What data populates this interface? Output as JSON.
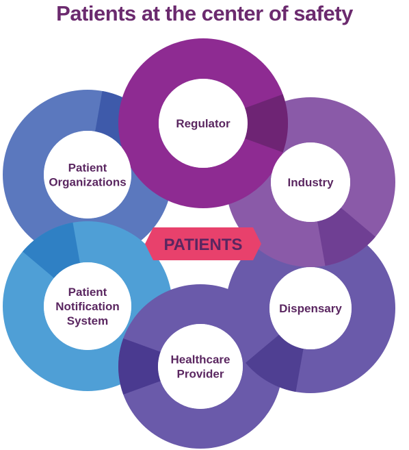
{
  "title": "Patients at the center of safety",
  "center": {
    "label": "PATIENTS",
    "color": "#e8416c"
  },
  "nodes": [
    {
      "id": "regulator",
      "lines": [
        "Regulator"
      ],
      "color": "#8e2b92",
      "shade": "#6e2474"
    },
    {
      "id": "industry",
      "lines": [
        "Industry"
      ],
      "color": "#8a5aa8",
      "shade": "#6f3f93"
    },
    {
      "id": "dispensary",
      "lines": [
        "Dispensary"
      ],
      "color": "#6a5aaa",
      "shade": "#4f3f92"
    },
    {
      "id": "healthcare-provider",
      "lines": [
        "Healthcare",
        "Provider"
      ],
      "color": "#6a5aaa",
      "shade": "#4a3a90"
    },
    {
      "id": "patient-notification-system",
      "lines": [
        "Patient",
        "Notification",
        "System"
      ],
      "color": "#4f9fd6",
      "shade": "#2f80c4"
    },
    {
      "id": "patient-organizations",
      "lines": [
        "Patient",
        "Organizations"
      ],
      "color": "#5b78be",
      "shade": "#3e5aaa"
    }
  ],
  "colors": {
    "title_text": "#6b2a6e",
    "node_text": "#5a2660",
    "circle_fill": "#ffffff"
  }
}
